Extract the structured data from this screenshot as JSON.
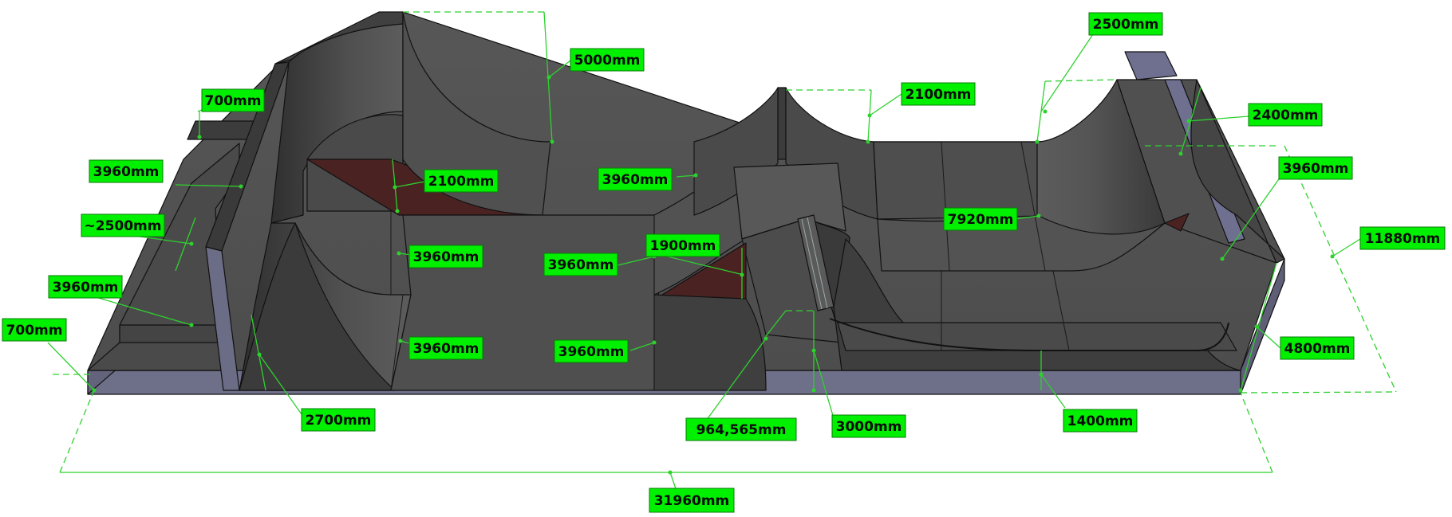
{
  "colors": {
    "background": "#ffffff",
    "label_fill": "#00f000",
    "dimension_line": "#2ed12e",
    "ramp_dark": "#3a3a3a",
    "ramp_mid": "#4b4b4b",
    "ramp_light": "#5a5a5a",
    "base_side": "#6e6f88",
    "coping_red": "#4a2222"
  },
  "dimensions": [
    {
      "id": "d5000",
      "text": "5000mm"
    },
    {
      "id": "d2500top",
      "text": "2500mm"
    },
    {
      "id": "d700top",
      "text": "700mm"
    },
    {
      "id": "d2100r",
      "text": "2100mm"
    },
    {
      "id": "d2400",
      "text": "2400mm"
    },
    {
      "id": "d3960a",
      "text": "3960mm"
    },
    {
      "id": "d2100l",
      "text": "2100mm"
    },
    {
      "id": "d3960b",
      "text": "3960mm"
    },
    {
      "id": "d3960c",
      "text": "3960mm"
    },
    {
      "id": "d2500l",
      "text": "~2500mm"
    },
    {
      "id": "d7920",
      "text": "7920mm"
    },
    {
      "id": "d11880",
      "text": "11880mm"
    },
    {
      "id": "d3960d",
      "text": "3960mm"
    },
    {
      "id": "d1900",
      "text": "1900mm"
    },
    {
      "id": "d3960e",
      "text": "3960mm"
    },
    {
      "id": "d3960f",
      "text": "3960mm"
    },
    {
      "id": "d700l",
      "text": "700mm"
    },
    {
      "id": "d3960g",
      "text": "3960mm"
    },
    {
      "id": "d3960h",
      "text": "3960mm"
    },
    {
      "id": "d4800",
      "text": "4800mm"
    },
    {
      "id": "d2700",
      "text": "2700mm"
    },
    {
      "id": "d964",
      "text": "964,565mm"
    },
    {
      "id": "d3000",
      "text": "3000mm"
    },
    {
      "id": "d1400",
      "text": "1400mm"
    },
    {
      "id": "d31960",
      "text": "31960mm"
    }
  ]
}
